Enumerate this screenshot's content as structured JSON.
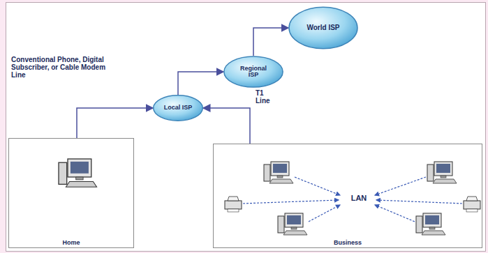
{
  "diagram": {
    "nodes": [
      {
        "text": [
          "World ISP"
        ]
      },
      {
        "text": [
          "Regional ISP"
        ]
      },
      {
        "text": [
          "Local ISP"
        ]
      },
      {
        "text": [
          "Home"
        ]
      },
      {
        "text": [
          "Business"
        ]
      },
      {
        "text": [
          "LAN"
        ],
        "in": 4
      }
    ],
    "edges": [
      {
        "from": 2,
        "to": 1,
        "arrow": "to"
      },
      {
        "from": 1,
        "to": 0,
        "arrow": "to"
      },
      {
        "from": 3,
        "to": 2,
        "arrow": "to"
      },
      {
        "from": 4,
        "to": 2,
        "label": "T1 Line",
        "arrow": "to"
      }
    ],
    "labels": [
      "Conventional Phone, Digital Subscriber, or Cable Modem Line"
    ]
  }
}
